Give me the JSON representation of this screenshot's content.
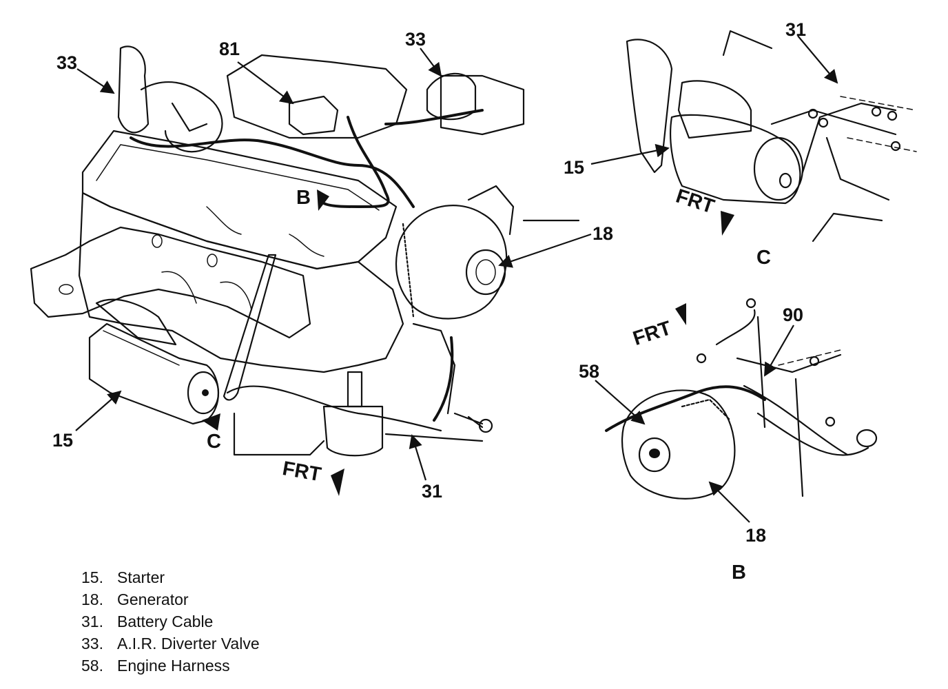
{
  "callouts": {
    "main_33": "33",
    "main_81": "81",
    "main_33b": "33",
    "main_18": "18",
    "main_15": "15",
    "main_31": "31",
    "main_B": "B",
    "main_C": "C",
    "main_frt": "FRT",
    "c_31": "31",
    "c_15": "15",
    "c_frt": "FRT",
    "b_90": "90",
    "b_58": "58",
    "b_18": "18",
    "b_frt": "FRT"
  },
  "views": {
    "c_label": "C",
    "b_label": "B"
  },
  "legend": [
    {
      "num": "15.",
      "text": "Starter"
    },
    {
      "num": "18.",
      "text": "Generator"
    },
    {
      "num": "31.",
      "text": "Battery Cable"
    },
    {
      "num": "33.",
      "text": "A.I.R. Diverter Valve"
    },
    {
      "num": "58.",
      "text": "Engine Harness"
    }
  ]
}
